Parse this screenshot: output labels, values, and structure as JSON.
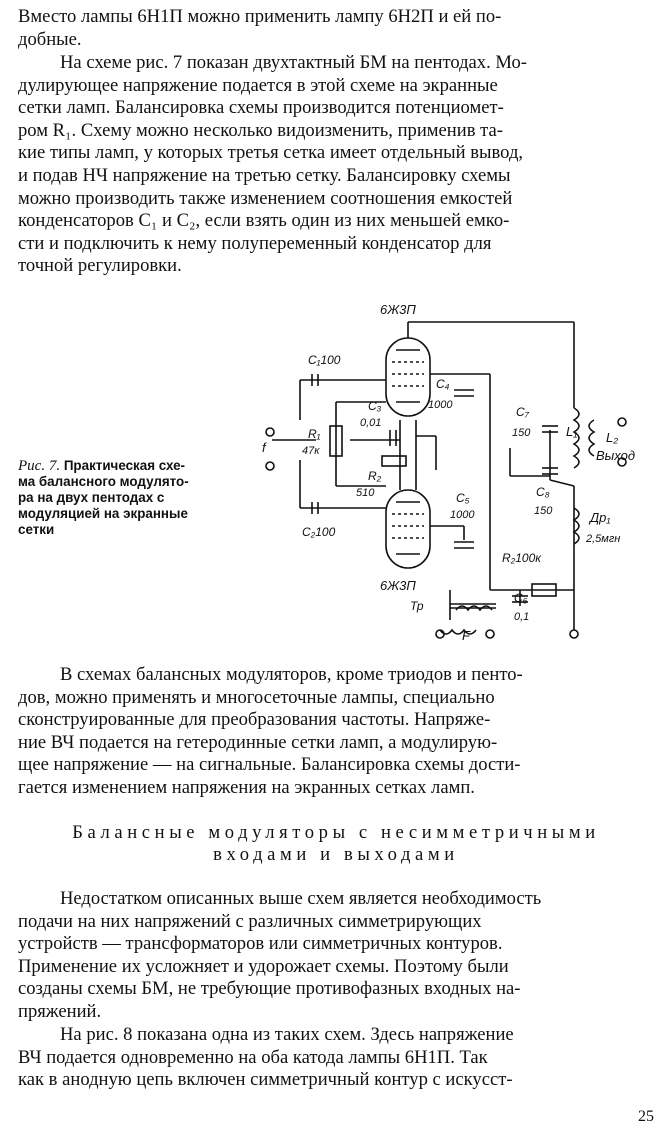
{
  "para1": [
    "Вместо лампы 6Н1П можно применить лампу 6Н2П и ей по-",
    "добные."
  ],
  "para2": [
    "На схеме рис. 7 показан двухтактный БМ на пентодах. Мо-",
    "дулирующее напряжение подается в этой схеме на экранные",
    "сетки ламп. Балансировка схемы производится потенциомет-",
    "ром R₁. Схему можно несколько видоизменить, применив та-",
    "кие типы ламп, у которых третья сетка имеет отдельный вывод,",
    "и подав НЧ напряжение на третью сетку. Балансировку схемы",
    "можно производить также изменением соотношения емкостей",
    "конденсаторов C₁ и C₂, если взять один из них меньшей емко-",
    "сти и подключить к нему полупеременный конденсатор для",
    "точной регулировки."
  ],
  "figure": {
    "caption_label": "Рис. 7.",
    "caption_lines": [
      "Практическая схе-",
      "ма балансного модулято-",
      "ра на двух пентодах с",
      "модуляцией на экранные",
      "сетки"
    ],
    "labels": {
      "tube_top": "6Ж3П",
      "tube_bottom": "6Ж3П",
      "c1": "C₁100",
      "c2": "C₂100",
      "c3": "C₃",
      "c3_val": "0,01",
      "c4": "C₄",
      "c4_val": "1000",
      "c5": "C₅",
      "c5_val": "1000",
      "c6": "C₆",
      "c6_val": "0,1",
      "c8": "C₈",
      "c8_val": "150",
      "c7": "C₇",
      "c7_val": "150",
      "r1": "R₁",
      "r1_val": "47к",
      "r2": "R₂",
      "r2_val": "510",
      "r2b": "R₂100к",
      "l1": "L₁",
      "l2": "L₂",
      "output": "Выход",
      "dr": "Др₁",
      "dr_val": "2,5мгн",
      "tp": "Тр",
      "f_in": "f",
      "f_bottom": "F"
    }
  },
  "para3": [
    "В схемах балансных модуляторов, кроме триодов и пенто-",
    "дов, можно применять и многосеточные лампы, специально",
    "сконструированные для преобразования частоты. Напряже-",
    "ние ВЧ подается на гетеродинные сетки ламп, а модулирую-",
    "щее напряжение — на сигнальные. Балансировка схемы дости-",
    "гается изменением напряжения на экранных сетках ламп."
  ],
  "heading": [
    "Балансные модуляторы с несимметричными",
    "входами и выходами"
  ],
  "para4": [
    "Недостатком описанных выше схем является необходимость",
    "подачи на них напряжений с различных симметрирующих",
    "устройств — трансформаторов или симметричных контуров.",
    "Применение их усложняет и удорожает схемы. Поэтому были",
    "созданы схемы БМ, не требующие противофазных входных на-",
    "пряжений."
  ],
  "para5": [
    "На рис. 8 показана одна из таких схем. Здесь напряжение",
    "ВЧ подается одновременно на оба катода лампы 6Н1П. Так",
    "как в анодную цепь включен симметричный контур с искусст-"
  ],
  "page_number": "25"
}
